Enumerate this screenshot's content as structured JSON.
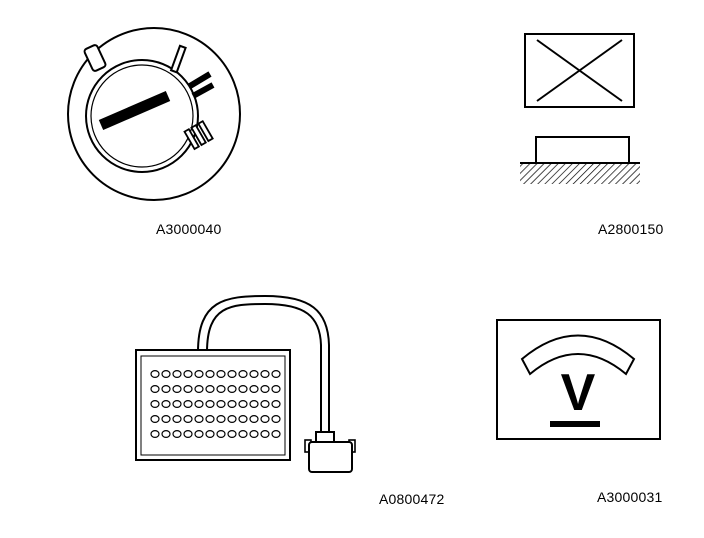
{
  "figures": [
    {
      "id": "ignition-switch",
      "icon": "ignition-switch-icon",
      "code": "A3000040"
    },
    {
      "id": "crossed-box-on-ground",
      "icon": "component-ground-icon",
      "code": "A2800150"
    },
    {
      "id": "connector-pin-box",
      "icon": "pin-box-connector-icon",
      "code": "A0800472"
    },
    {
      "id": "voltmeter",
      "icon": "voltmeter-icon",
      "symbol": "V",
      "code": "A3000031"
    }
  ],
  "colors": {
    "ink": "#000000",
    "paper": "#ffffff"
  }
}
